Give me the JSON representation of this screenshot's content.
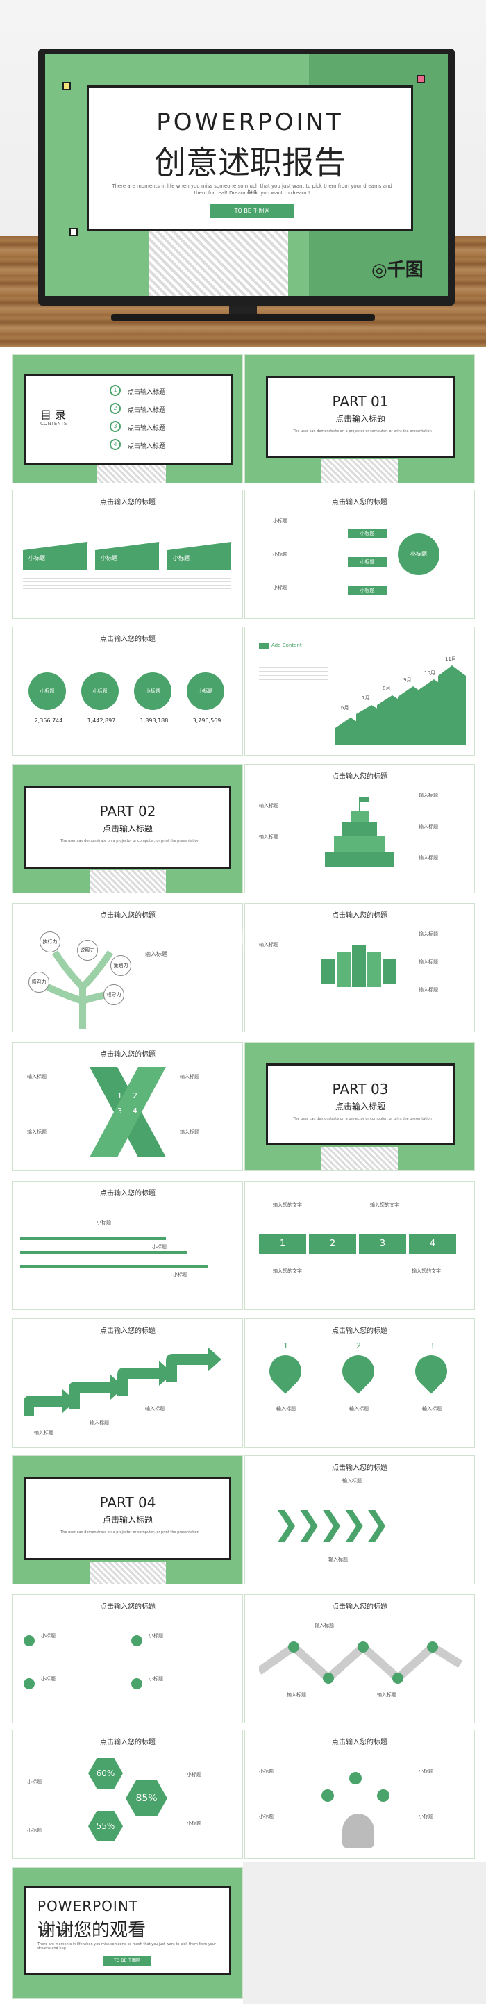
{
  "cover": {
    "title_en": "POWERPOINT",
    "title_cn": "创意述职报告",
    "subtitle_line1": "There are moments in life when you miss someone so much that you just want to pick them from your dreams and hug",
    "subtitle_line2": "them for real! Dream what you want to dream !",
    "badge": "TO BE 千图网",
    "logo": "千图"
  },
  "toc": {
    "title": "目 录",
    "subtitle": "CONTENTS",
    "items": [
      "点击输入标题",
      "点击输入标题",
      "点击输入标题",
      "点击输入标题"
    ],
    "nums": [
      "1",
      "2",
      "3",
      "4"
    ]
  },
  "part01": {
    "part": "PART 01",
    "title": "点击输入标题"
  },
  "part02": {
    "part": "PART 02",
    "title": "点击输入标题"
  },
  "part03": {
    "part": "PART 03",
    "title": "点击输入标题"
  },
  "part04": {
    "part": "PART 04",
    "title": "点击输入标题"
  },
  "part_desc": "The user can demonstrate on a projector or computer, or print the presentation",
  "slide_title": "点击输入您的标题",
  "small_title": "小标题",
  "input_title": "输入标题",
  "add_content": "Add Content",
  "input_text": "输入您的文字",
  "circle_stats": [
    "2,356,744",
    "1,442,897",
    "1,893,188",
    "3,796,569"
  ],
  "circle_labels": [
    "小标题",
    "小标题",
    "小标题",
    "小标题"
  ],
  "bar_labels": [
    "6月",
    "7月",
    "8月",
    "9月",
    "10月",
    "11月"
  ],
  "bar_months": [
    "6月",
    "7月",
    "8月",
    "9月",
    "10月",
    "11月"
  ],
  "tree_words": [
    "执行力",
    "说服力",
    "感召力",
    "策划力",
    "领导力"
  ],
  "x_nums": [
    "1",
    "2",
    "3",
    "4"
  ],
  "step_nums": [
    "1",
    "2",
    "3",
    "4"
  ],
  "pin_nums": [
    "1",
    "2",
    "3"
  ],
  "percent": [
    "60%",
    "55%",
    "85%"
  ],
  "watermark": "图网",
  "end": {
    "title_en": "POWERPOINT",
    "title_cn": "谢谢您的观看",
    "badge": "TO BE 千图网"
  }
}
